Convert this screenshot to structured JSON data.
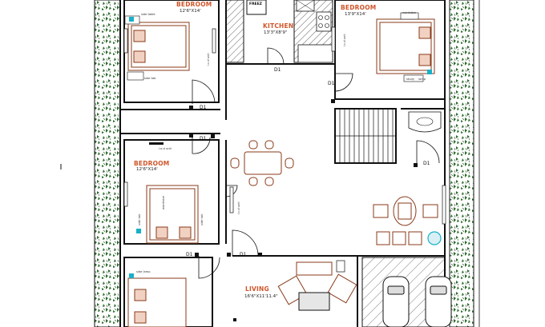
{
  "rooms": {
    "bedroom_top_left": {
      "name": "BEDROOM",
      "size": "12'6\"X14'"
    },
    "bedroom_top_right": {
      "name": "BEDROOM",
      "size": "13'9\"X14'"
    },
    "kitchen": {
      "name": "KITCHEN",
      "size": "13'3\"X8'9\""
    },
    "bedroom_mid_left": {
      "name": "BEDROOM",
      "size": "12'6\"X14'"
    },
    "living": {
      "name": "LIVING",
      "size": "16'6\"X11'11.4\""
    }
  },
  "doors": [
    "D1",
    "D1",
    "D1",
    "D1",
    "D1",
    "D1",
    "D1"
  ],
  "appliances": {
    "fridge": "FREEZ"
  },
  "small_labels": {
    "side_table": "side table",
    "side_table_short": "side tab",
    "wardrobe": "wardrobe",
    "lcd_unit": "l.c.d unit",
    "led_unit": "l.e.d unit",
    "study": "study",
    "lamp": "lamp",
    "side_lamp": "side lamp"
  },
  "colors": {
    "line": "#111111",
    "label": "#d0552a",
    "plant": "#2e6b2e",
    "accent": "#18b0c8"
  }
}
